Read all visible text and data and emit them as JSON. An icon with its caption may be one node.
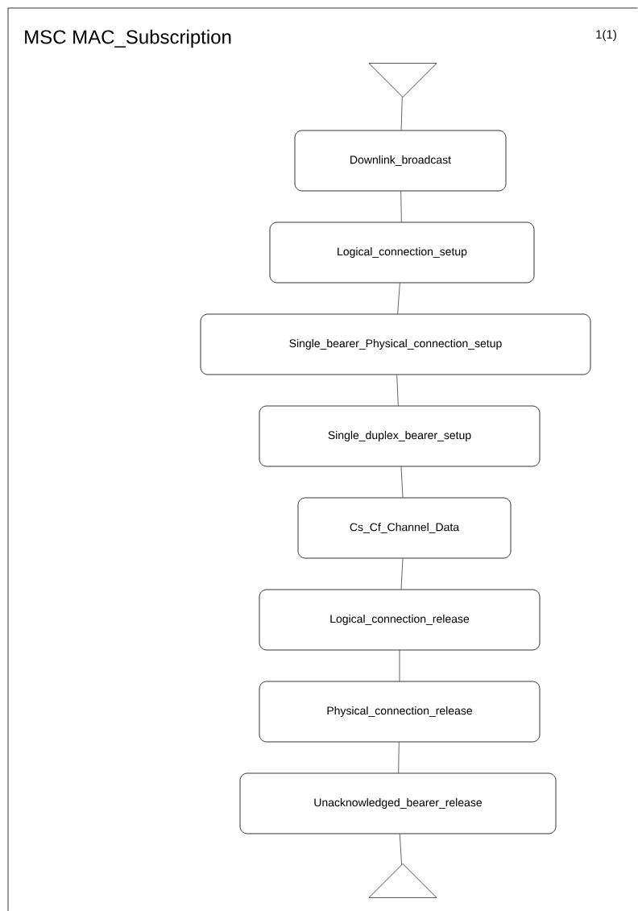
{
  "diagram": {
    "title": "MSC MAC_Subscription",
    "nodes": [
      {
        "text": [],
        "shape": "triangle"
      },
      {
        "text": [
          "Downlink_broadcast"
        ]
      },
      {
        "text": [
          "Logical_connection_setup"
        ]
      },
      {
        "text": [
          "Single_bearer_Physical_connection_setup"
        ]
      },
      {
        "text": [
          "Single_duplex_bearer_setup"
        ]
      },
      {
        "text": [
          "Cs_Cf_Channel_Data"
        ]
      },
      {
        "text": [
          "Logical_connection_release"
        ]
      },
      {
        "text": [
          "Physical_connection_release"
        ]
      },
      {
        "text": [
          "Unacknowledged_bearer_release"
        ]
      },
      {
        "text": [],
        "shape": "triangle"
      }
    ],
    "edges": [
      {
        "from": 0,
        "to": 1,
        "arrow": "none"
      },
      {
        "from": 1,
        "to": 2,
        "arrow": "none"
      },
      {
        "from": 2,
        "to": 3,
        "arrow": "none"
      },
      {
        "from": 3,
        "to": 4,
        "arrow": "none"
      },
      {
        "from": 4,
        "to": 5,
        "arrow": "none"
      },
      {
        "from": 5,
        "to": 6,
        "arrow": "none"
      },
      {
        "from": 6,
        "to": 7,
        "arrow": "none"
      },
      {
        "from": 7,
        "to": 8,
        "arrow": "none"
      },
      {
        "from": 8,
        "to": 9,
        "arrow": "none"
      }
    ],
    "labels": [
      "1(1)"
    ]
  }
}
